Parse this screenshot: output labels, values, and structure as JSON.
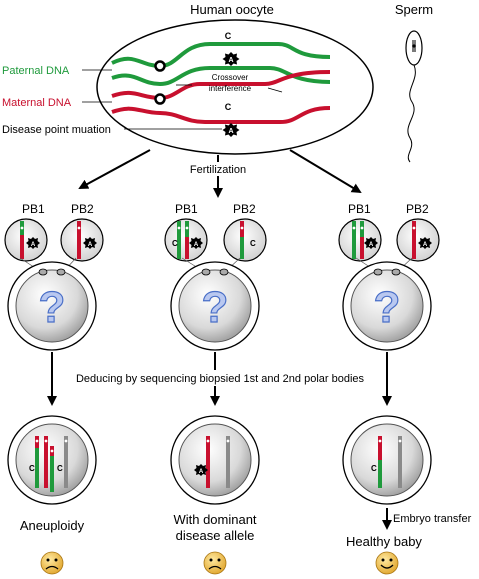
{
  "title": "Human oocyte",
  "sperm_label": "Sperm",
  "dna": {
    "paternal_label": "Paternal DNA",
    "maternal_label": "Maternal DNA",
    "mutation_label": "Disease point muation",
    "crossover_label_1": "Crossover",
    "crossover_label_2": "interference",
    "allele_c": "C",
    "allele_a": "A"
  },
  "fertilization_label": "Fertilization",
  "polar_bodies": {
    "pb1": "PB1",
    "pb2": "PB2"
  },
  "question_mark": "?",
  "deducing_label": "Deducing by sequencing biopsied 1st and 2nd polar bodies",
  "outcomes": {
    "left": "Aneuploidy",
    "middle_line1": "With dominant",
    "middle_line2": "disease allele",
    "right": "Healthy baby"
  },
  "embryo_transfer_label": "Embryo transfer",
  "colors": {
    "paternal": "#1f9a3c",
    "maternal": "#c8102e",
    "neutral": "#8a8a8a",
    "face": "#f0c14b"
  }
}
